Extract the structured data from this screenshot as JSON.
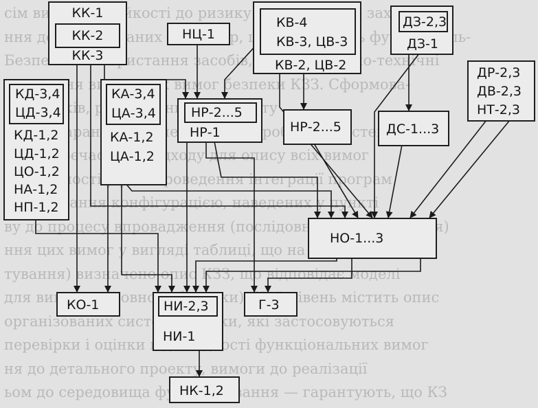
{
  "background_text": [
    "сім вимогам стійкості до ризику. Вимоги щодо захисту",
    "ння документованих процедур, що визначають функціональ-",
    "Безпечне використання засобів, функціонально-технічні",
    "рахування виконаних вимог безпеки КЗЗ. Сформова-",
    "ня ризиків, розроблення та захисту",
    "рівень гарантій при перевірці розробленої системи",
    "ують своєчасність підходу для опису всіх вимог",
    "ей цілісності у разі проведення інтеграції програм",
    "до керування конфігурацією, наведених у пункті",
    "ву до процесу впровадження (послідовності розроблення)",
    "ння цих вимог у вигляді таблиці, що на кожному рівні",
    "тування) визначено опис КЗЗ, що відповідає моделі",
    "для вимогам (повного безпеки). Цей рівень містить опис",
    "організованих систем безпеки, які застосовуються",
    "перевірки і оцінки відповідності функціональних вимог",
    "ня до детального проекту, вимоги до реалізації",
    "ьом до середовища функціонування — гарантують, що КЗ"
  ],
  "nodes": {
    "kk": {
      "lines": [
        "КК-1",
        "КК-2",
        "КК-3"
      ]
    },
    "nc": {
      "label": "НЦ-1"
    },
    "kv": {
      "lines": [
        "КВ-4",
        "КВ-3, ЦВ-3",
        "КВ-2, ЦВ-2"
      ]
    },
    "dz": {
      "lines": [
        "ДЗ-2,3",
        "ДЗ-1"
      ]
    },
    "kd": {
      "lines": [
        "КД-3,4",
        "ЦД-3,4",
        "КД-1,2",
        "ЦД-1,2",
        "ЦО-1,2",
        "НА-1,2",
        "НП-1,2"
      ]
    },
    "ka": {
      "lines": [
        "КА-3,4",
        "ЦА-3,4",
        "КА-1,2",
        "ЦА-1,2"
      ]
    },
    "nr1": {
      "lines": [
        "НР-2...5",
        "НР-1"
      ]
    },
    "nr2": {
      "label": "НР-2...5"
    },
    "ds": {
      "label": "ДС-1...3"
    },
    "dr": {
      "lines": [
        "ДР-2,3",
        "ДВ-2,3",
        "НТ-2,3"
      ]
    },
    "no": {
      "label": "НО-1...3"
    },
    "ko": {
      "label": "КО-1"
    },
    "ni": {
      "lines": [
        "НИ-2,3",
        "НИ-1"
      ]
    },
    "g": {
      "label": "Г-3"
    },
    "nk": {
      "label": "НК-1,2"
    }
  }
}
